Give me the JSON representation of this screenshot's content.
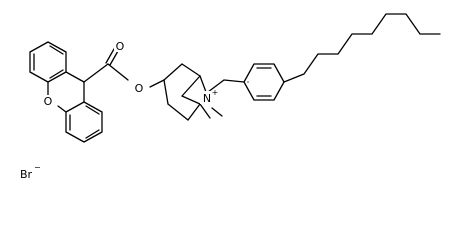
{
  "atoms": {
    "ring_oxygen": "O",
    "ester_carbonyl_oxygen": "O",
    "ester_oxygen": "O",
    "nitrogen": "N",
    "nitrogen_charge": "+",
    "bromide": "Br",
    "bromide_charge": "−"
  },
  "colors": {
    "bond": "#000000",
    "background": "#ffffff"
  }
}
